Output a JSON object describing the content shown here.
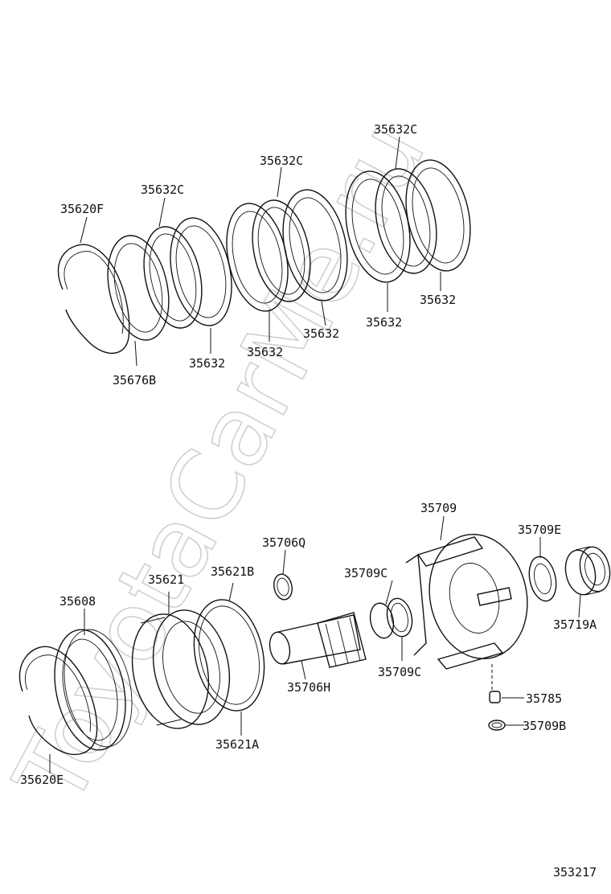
{
  "watermark": "ToyotaCarMe.ru",
  "diagram_id": "353217",
  "labels": {
    "p35620F": "35620F",
    "p35632C_a": "35632C",
    "p35632C_b": "35632C",
    "p35632C_c": "35632C",
    "p35676B": "35676B",
    "p35632_a": "35632",
    "p35632_b": "35632",
    "p35632_c": "35632",
    "p35632_d": "35632",
    "p35632_e": "35632",
    "p35709": "35709",
    "p35709E": "35709E",
    "p35706Q": "35706Q",
    "p35621B": "35621B",
    "p35709C_a": "35709C",
    "p35621": "35621",
    "p35608": "35608",
    "p35719A": "35719A",
    "p35709C_b": "35709C",
    "p35706H": "35706H",
    "p35785": "35785",
    "p35709B": "35709B",
    "p35621A": "35621A",
    "p35620E": "35620E"
  }
}
